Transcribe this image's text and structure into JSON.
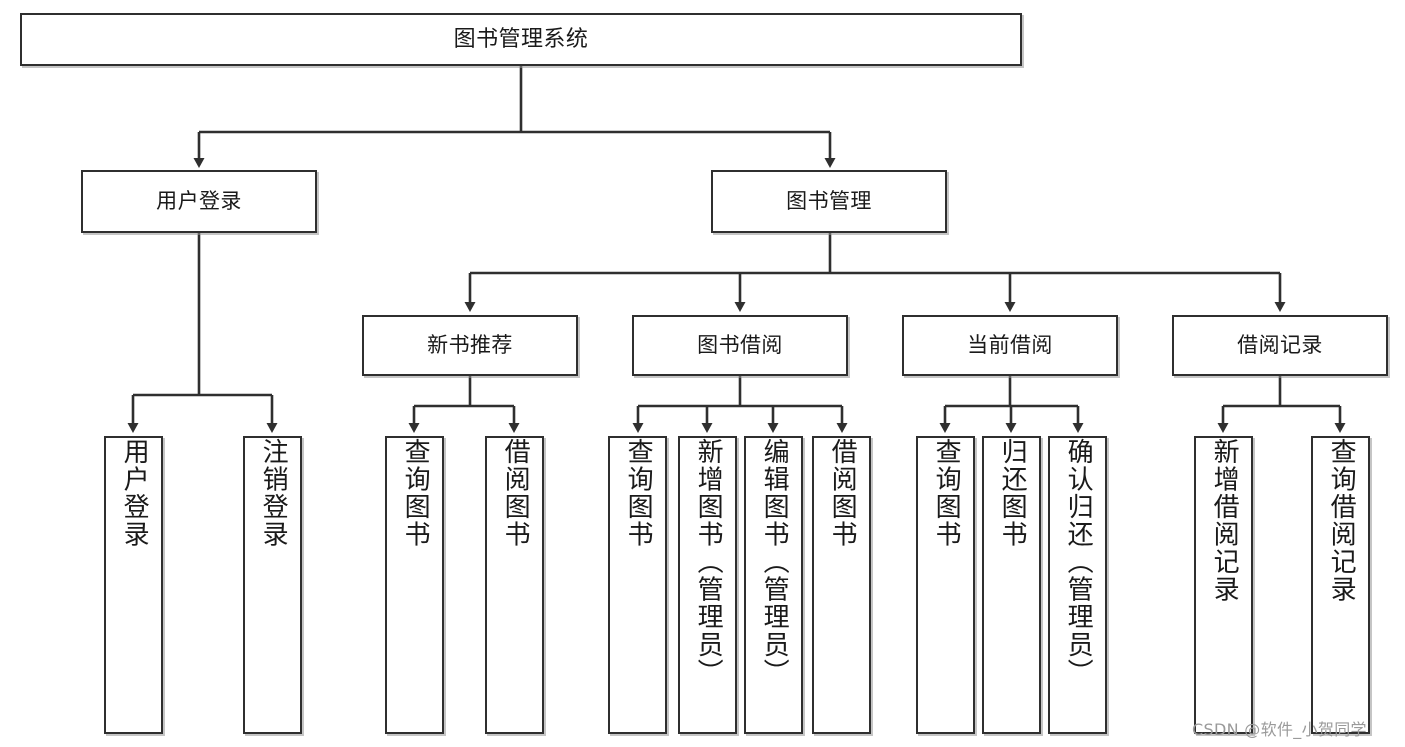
{
  "diagram": {
    "title": "图书管理系统",
    "type": "tree-hierarchy-functional-structure",
    "colors": {
      "box_border": "#2f2f2f",
      "box_fill": "#ffffff",
      "edge": "#2f2f2f",
      "text": "#1a1a1a",
      "watermark": "#9a9a9a",
      "background": "#ffffff"
    },
    "root": {
      "label": "图书管理系统"
    },
    "level2": [
      {
        "label": "用户登录"
      },
      {
        "label": "图书管理"
      }
    ],
    "level3": [
      {
        "label": "新书推荐"
      },
      {
        "label": "图书借阅"
      },
      {
        "label": "当前借阅"
      },
      {
        "label": "借阅记录"
      }
    ],
    "leaves": {
      "user_login": [
        {
          "label": "用户登录"
        },
        {
          "label": "注销登录"
        }
      ],
      "new_book_recommend": [
        {
          "label": "查询图书"
        },
        {
          "label": "借阅图书"
        }
      ],
      "book_borrow": [
        {
          "label": "查询图书"
        },
        {
          "label": "新增图书（管理员）"
        },
        {
          "label": "编辑图书（管理员）"
        },
        {
          "label": "借阅图书"
        }
      ],
      "current_borrow": [
        {
          "label": "查询图书"
        },
        {
          "label": "归还图书"
        },
        {
          "label": "确认归还（管理员）"
        }
      ],
      "borrow_record": [
        {
          "label": "新增借阅记录"
        },
        {
          "label": "查询借阅记录"
        }
      ]
    }
  },
  "watermark": {
    "text": "CSDN @软件_小贺同学"
  }
}
